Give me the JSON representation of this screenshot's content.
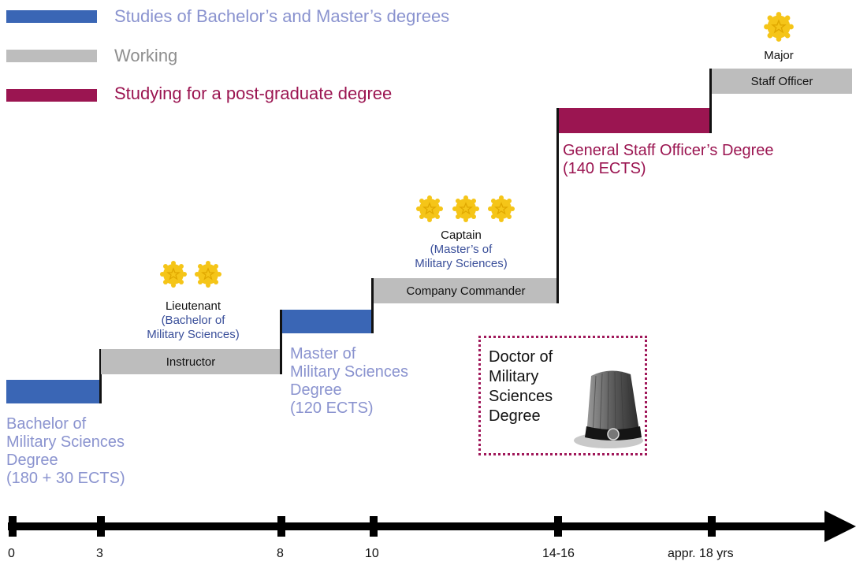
{
  "legend": [
    {
      "label": "Studies of Bachelor’s and Master’s degrees",
      "color": "#3a66b5"
    },
    {
      "label": "Working",
      "color": "#bdbdbd"
    },
    {
      "label": "Studying for a post-graduate degree",
      "color": "#9b1551"
    }
  ],
  "bars": {
    "instructor": "Instructor",
    "company_commander": "Company Commander",
    "staff_officer": "Staff Officer"
  },
  "degrees": {
    "bachelor": [
      "Bachelor of",
      "Military Sciences",
      "Degree",
      "(180 + 30 ECTS)"
    ],
    "master": [
      "Master of",
      "Military Sciences",
      "Degree",
      "(120 ECTS)"
    ],
    "general_staff": [
      "General Staff Officer’s Degree",
      "(140 ECTS)"
    ],
    "doctor": [
      "Doctor of",
      "Military",
      "Sciences",
      "Degree"
    ]
  },
  "ranks": {
    "lieutenant": {
      "title": "Lieutenant",
      "sub": [
        "(Bachelor of",
        "Military Sciences)"
      ],
      "stars": 2
    },
    "captain": {
      "title": "Captain",
      "sub": [
        "(Master’s of",
        "Military Sciences)"
      ],
      "stars": 3
    },
    "major": {
      "title": "Major",
      "stars": 1
    }
  },
  "timeline": {
    "ticks": [
      "0",
      "3",
      "8",
      "10",
      "14-16",
      "appr. 18 yrs"
    ]
  },
  "colors": {
    "study_blue": "#3a66b5",
    "work_grey": "#bdbdbd",
    "postgrad_plum": "#9b1551",
    "star_gold": "#f5c518"
  }
}
